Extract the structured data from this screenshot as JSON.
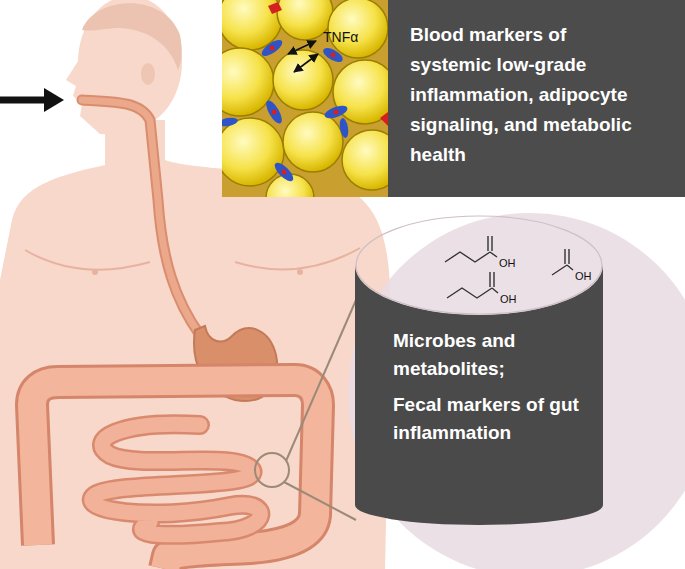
{
  "diagram": {
    "nodes": [
      {
        "text": [
          "Blood markers of systemic low-grade inflammation, adipocyte signaling, and metabolic health"
        ]
      },
      {
        "text": [
          "Microbes and metabolites;",
          "Fecal markers of gut inflammation"
        ]
      }
    ],
    "labels": [
      "TNFα",
      "OH",
      "OH",
      "OH"
    ]
  }
}
